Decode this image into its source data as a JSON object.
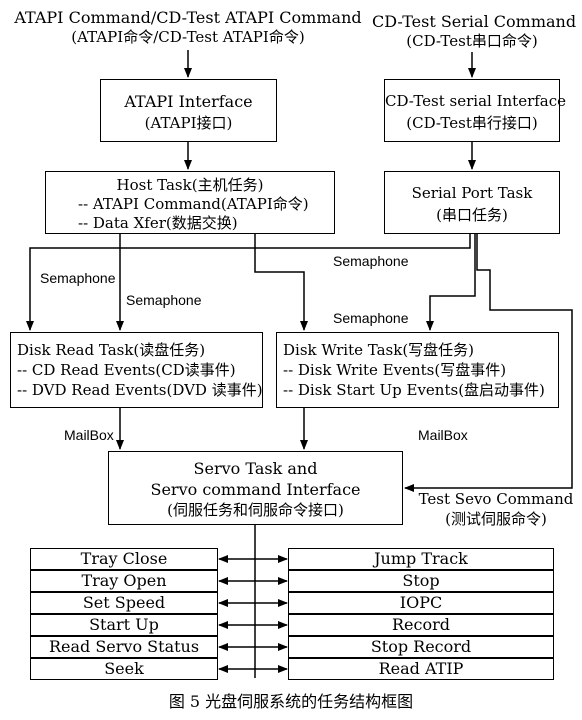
{
  "inputs": {
    "atapi_command": "ATAPI Command/CD-Test ATAPI Command",
    "atapi_command_cn": "(ATAPI命令/CD-Test ATAPI命令)",
    "serial_command": "CD-Test Serial Command",
    "serial_command_cn": "(CD-Test串口命令)"
  },
  "atapi_interface": {
    "title": "ATAPI Interface",
    "subtitle": "(ATAPI接口)"
  },
  "serial_interface": {
    "title": "CD-Test serial Interface",
    "subtitle": "(CD-Test串行接口)"
  },
  "host_task": {
    "title": "Host Task(主机任务)",
    "line1": "-- ATAPI Command(ATAPI命令)",
    "line2": "-- Data Xfer(数据交换)"
  },
  "serial_port_task": {
    "title": "Serial Port Task",
    "subtitle": "(串口任务)"
  },
  "disk_read_task": {
    "title": "Disk Read Task(读盘任务)",
    "line1": "-- CD Read Events(CD读事件)",
    "line2": "-- DVD Read Events(DVD 读事件)"
  },
  "disk_write_task": {
    "title": "Disk Write Task(写盘任务)",
    "line1": "-- Disk Write Events(写盘事件)",
    "line2": "-- Disk Start Up Events(盘启动事件)"
  },
  "edge_labels": {
    "semaphone_left": "Semaphone",
    "semaphone_mid": "Semaphone",
    "semaphone_right_top": "Semaphone",
    "semaphone_right": "Semaphone",
    "mailbox_left": "MailBox",
    "mailbox_right": "MailBox"
  },
  "servo_task": {
    "line1": "Servo Task and",
    "line2": "Servo command Interface",
    "line3": "(伺服任务和伺服命令接口)"
  },
  "test_servo": {
    "title": "Test Sevo Command",
    "subtitle": "(测试伺服命令)"
  },
  "left_commands": [
    "Tray Close",
    "Tray Open",
    "Set Speed",
    "Start Up",
    "Read Servo Status",
    "Seek"
  ],
  "right_commands": [
    "Jump Track",
    "Stop",
    "IOPC",
    "Record",
    "Stop Record",
    "Read ATIP"
  ],
  "caption": "图 5  光盘伺服系统的任务结构框图"
}
